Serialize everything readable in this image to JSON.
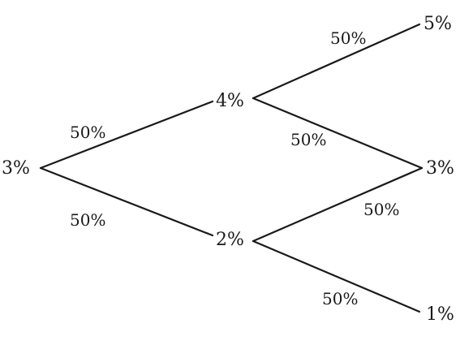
{
  "tree": {
    "root": "3%",
    "step1": {
      "up": "4%",
      "down": "2%",
      "prob_up": "50%",
      "prob_down": "50%"
    },
    "step2": {
      "upup": "5%",
      "middle": "3%",
      "downdown": "1%",
      "prob_up_up": "50%",
      "prob_up_down": "50%",
      "prob_down_up": "50%",
      "prob_down_down": "50%"
    }
  }
}
